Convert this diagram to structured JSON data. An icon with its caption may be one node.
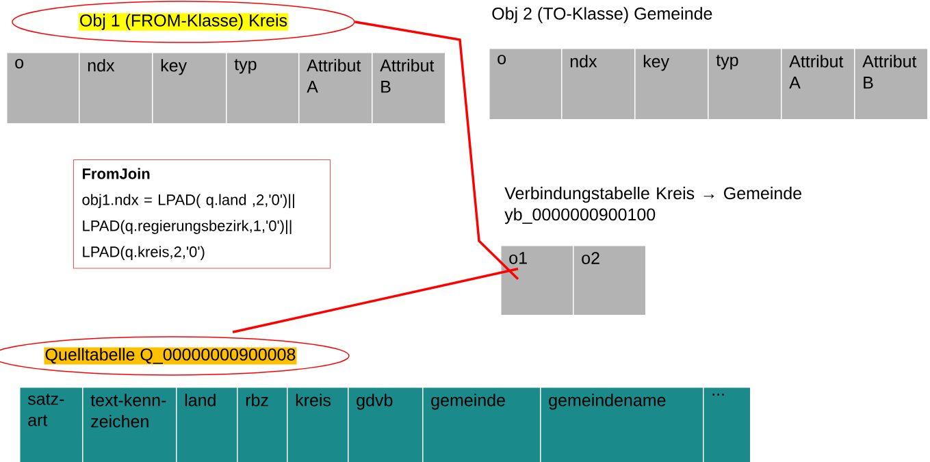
{
  "diagram": {
    "nodes": [
      {
        "text": [
          "Obj 1 (FROM-Klasse) Kreis"
        ]
      },
      {
        "text": [
          "o"
        ]
      },
      {
        "text": [
          "ndx"
        ]
      },
      {
        "text": [
          "key"
        ]
      },
      {
        "text": [
          "typ"
        ]
      },
      {
        "text": [
          "Attribut A"
        ]
      },
      {
        "text": [
          "Attribut B"
        ]
      },
      {
        "text": [
          "o"
        ]
      },
      {
        "text": [
          "ndx"
        ]
      },
      {
        "text": [
          "key"
        ]
      },
      {
        "text": [
          "typ"
        ]
      },
      {
        "text": [
          "Attribut A"
        ]
      },
      {
        "text": [
          "Attribut B"
        ]
      },
      {
        "text": [
          "FromJoin",
          "obj1.ndx = LPAD( q.land ,2,'0')|| LPAD(q.regierungsbezirk,1,'0')|| LPAD(q.kreis,2,'0')"
        ]
      },
      {
        "text": [
          "o1"
        ]
      },
      {
        "text": [
          "o2"
        ]
      },
      {
        "text": [
          "Quelltabelle Q_00000000900008"
        ]
      },
      {
        "text": [
          "satz-art"
        ]
      },
      {
        "text": [
          "text-kenn-zeichen"
        ]
      },
      {
        "text": [
          "land"
        ]
      },
      {
        "text": [
          "rbz"
        ]
      },
      {
        "text": [
          "kreis"
        ]
      },
      {
        "text": [
          "gdvb"
        ]
      },
      {
        "text": [
          "gemeinde"
        ]
      },
      {
        "text": [
          "gemeindename"
        ]
      },
      {
        "text": [
          "..."
        ]
      }
    ],
    "edges": [
      {
        "from": 0,
        "to": 14,
        "arrow": "none"
      },
      {
        "from": 16,
        "to": 14,
        "arrow": "none"
      }
    ],
    "labels": [
      "Obj 2 (TO-Klasse) Gemeinde",
      "Verbindungstabelle Kreis → Gemeinde yb_0000000900100"
    ]
  }
}
